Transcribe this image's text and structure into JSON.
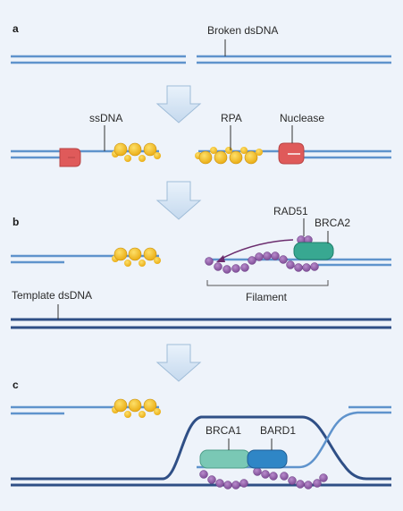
{
  "panels": {
    "a": "a",
    "b": "b",
    "c": "c"
  },
  "labels": {
    "broken_dsdna": "Broken dsDNA",
    "ssdna": "ssDNA",
    "rpa": "RPA",
    "nuclease": "Nuclease",
    "rad51": "RAD51",
    "brca2": "BRCA2",
    "filament": "Filament",
    "template_dsdna": "Template dsDNA",
    "brca1": "BRCA1",
    "bard1": "BARD1"
  },
  "colors": {
    "background": "#eef3fa",
    "dna_strand_light": "#5f93cc",
    "dna_strand_dark": "#2f4f86",
    "rpa": "#f2be1a",
    "nuclease": "#df5a5a",
    "rad51": "#8c5aa6",
    "brca2": "#38a891",
    "brca1": "#7ac8b5",
    "bard1": "#2f86c6",
    "arrow": "#d7e5f3"
  }
}
